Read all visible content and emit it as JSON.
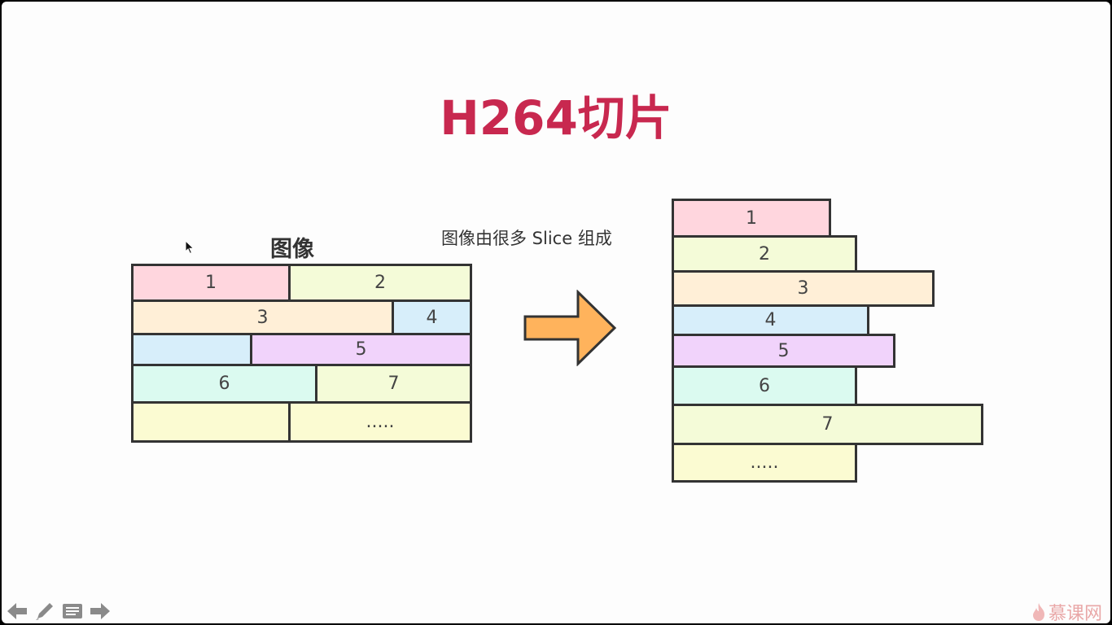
{
  "title": "H264切片",
  "image_label": "图像",
  "caption": "图像由很多 Slice 组成",
  "left_grid": {
    "cells": [
      "1",
      "2",
      "3",
      "4",
      "",
      "5",
      "6",
      "7",
      "",
      "....."
    ]
  },
  "right_stack": {
    "slices": [
      "1",
      "2",
      "3",
      "4",
      "5",
      "6",
      "7",
      "....."
    ]
  },
  "colors": {
    "title": "#c8284f",
    "arrow_fill": "#ffb35c",
    "border": "#333333"
  },
  "toolbar": {
    "icons": [
      "back-arrow-icon",
      "pen-icon",
      "notes-icon",
      "forward-arrow-icon"
    ]
  },
  "brand": {
    "text": "慕课网"
  }
}
